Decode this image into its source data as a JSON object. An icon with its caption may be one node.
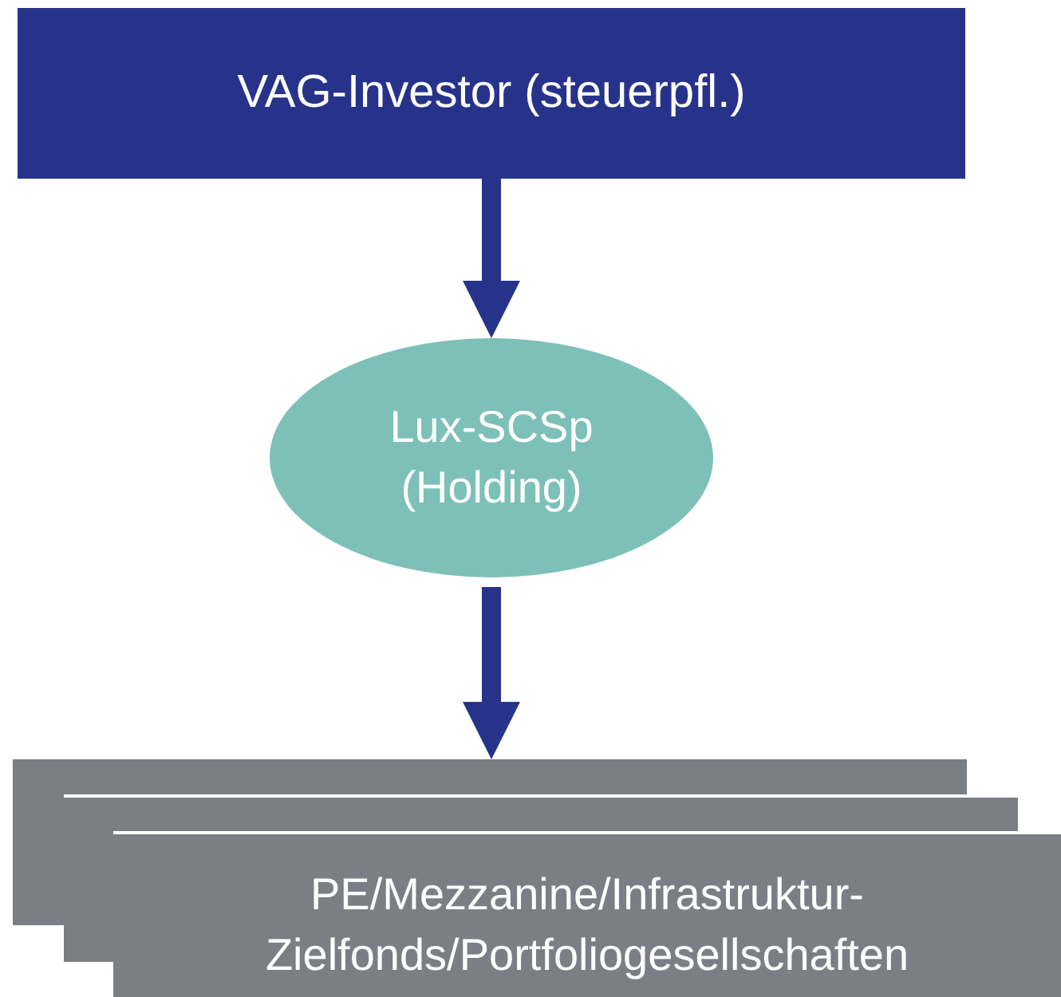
{
  "diagram": {
    "nodes": [
      {
        "text": [
          "VAG-Investor (steuerpfl.)"
        ]
      },
      {
        "text": [
          "Lux-SCSp (Holding)"
        ]
      },
      {
        "text": [],
        "shape": "box"
      },
      {
        "text": [],
        "shape": "box"
      },
      {
        "text": [
          "PE/Mezzanine/Infrastruktur-Zielfonds/Portfoliogesellschaften"
        ]
      }
    ],
    "edges": [
      {
        "from": 0,
        "to": 1,
        "arrow": "to"
      },
      {
        "from": 1,
        "to": 2,
        "arrow": "to"
      }
    ]
  }
}
